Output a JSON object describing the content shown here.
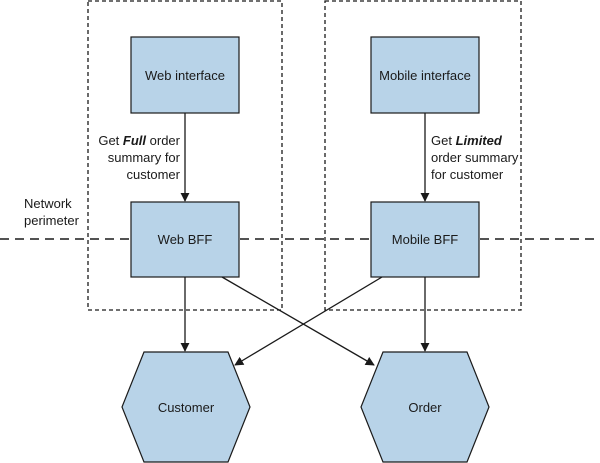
{
  "nodes": {
    "web_interface": "Web interface",
    "mobile_interface": "Mobile interface",
    "web_bff": "Web BFF",
    "mobile_bff": "Mobile BFF",
    "customer": "Customer",
    "order": "Order"
  },
  "edges": {
    "web_label": {
      "line1_pre": "Get ",
      "line1_em": "Full",
      "line1_post": " order",
      "line2": "summary for",
      "line3": "customer"
    },
    "mobile_label": {
      "line1_pre": "Get ",
      "line1_em": "Limited",
      "line2": "order summary",
      "line3": "for customer"
    }
  },
  "network_perimeter": {
    "line1": "Network",
    "line2": "perimeter"
  },
  "colors": {
    "box_fill": "#b8d3e8",
    "stroke": "#1a1a1a"
  }
}
